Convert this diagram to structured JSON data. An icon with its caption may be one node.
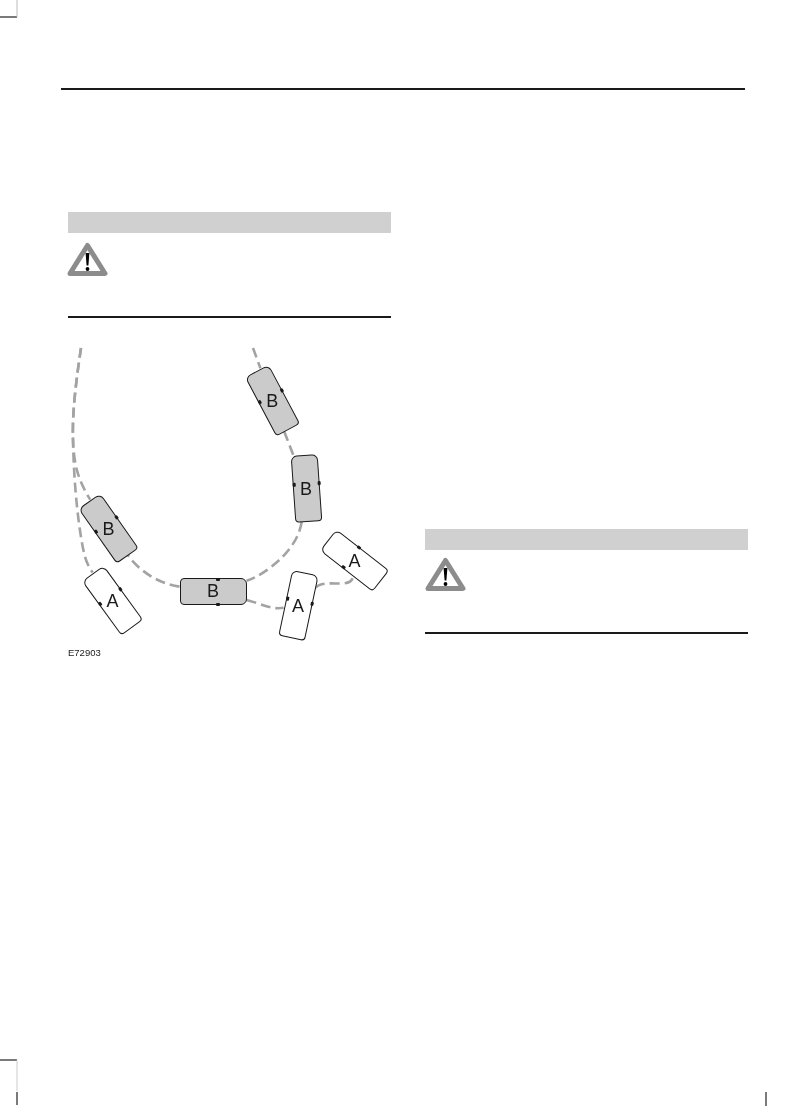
{
  "diagram": {
    "nodes": [
      {
        "text": [],
        "shape": "bar"
      },
      {
        "text": [
          "B"
        ]
      },
      {
        "text": [
          "B"
        ]
      },
      {
        "text": [
          "B"
        ]
      },
      {
        "text": [
          "A"
        ]
      },
      {
        "text": [
          "A"
        ]
      },
      {
        "text": [
          "B"
        ]
      },
      {
        "text": [
          "A"
        ]
      },
      {
        "text": [],
        "shape": "bar"
      }
    ],
    "edges": [
      {
        "from": null,
        "to": 1,
        "arrow": "none",
        "style": "dashed"
      },
      {
        "from": 1,
        "to": 2,
        "arrow": "none",
        "style": "dashed"
      },
      {
        "from": 2,
        "to": 6,
        "arrow": "none",
        "style": "dashed"
      },
      {
        "from": 6,
        "to": 3,
        "arrow": "none",
        "style": "dashed"
      },
      {
        "from": null,
        "to": 3,
        "arrow": "none",
        "style": "dashed"
      },
      {
        "from": null,
        "to": 5,
        "arrow": "none",
        "style": "dashed"
      },
      {
        "from": 6,
        "to": 7,
        "arrow": "none",
        "style": "dashed"
      },
      {
        "from": 7,
        "to": 4,
        "arrow": "none",
        "style": "dashed"
      }
    ],
    "labels": [
      "E72903"
    ]
  }
}
